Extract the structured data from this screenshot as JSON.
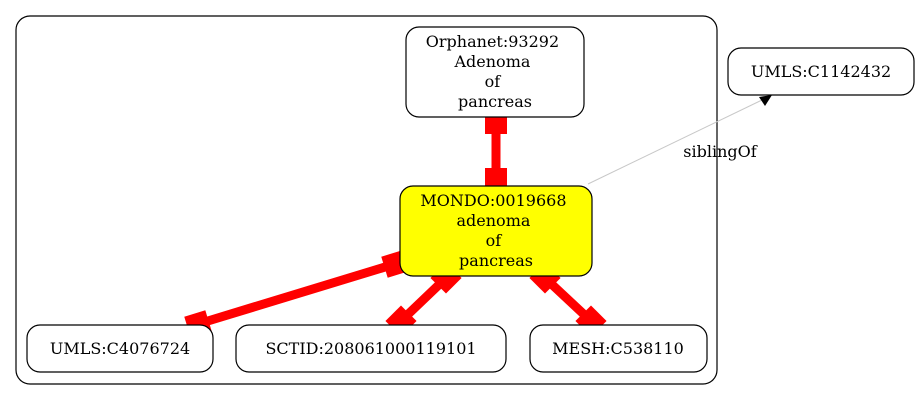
{
  "colors": {
    "highlight_fill": "#ffff00",
    "node_fill": "#ffffff",
    "stroke": "#000000",
    "strong_edge": "#ff0000",
    "weak_edge": "#c8c8c8"
  },
  "nodes": {
    "orphanet": {
      "lines": [
        "Orphanet:93292",
        "Adenoma",
        "of",
        "pancreas"
      ]
    },
    "mondo": {
      "lines": [
        "MONDO:0019668",
        "adenoma",
        "of",
        "pancreas"
      ]
    },
    "umls_c1142432": {
      "lines": [
        "UMLS:C1142432"
      ]
    },
    "umls_c4076724": {
      "lines": [
        "UMLS:C4076724"
      ]
    },
    "sctid": {
      "lines": [
        "SCTID:208061000119101"
      ]
    },
    "mesh": {
      "lines": [
        "MESH:C538110"
      ]
    }
  },
  "edges": {
    "sibling": {
      "label": "siblingOf"
    }
  }
}
